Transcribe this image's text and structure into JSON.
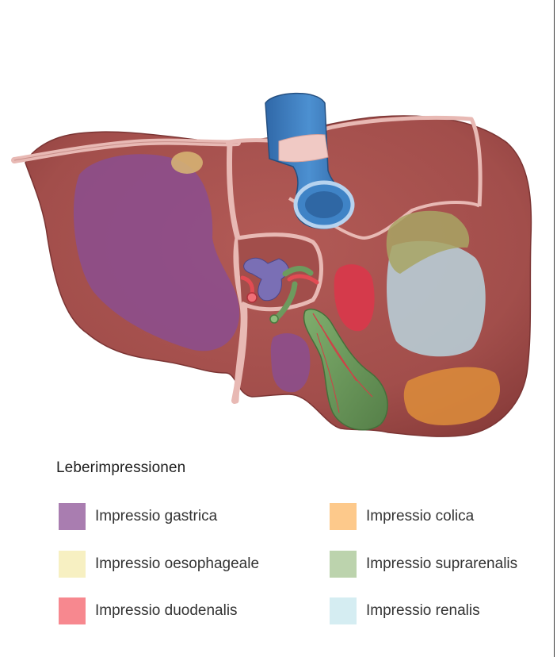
{
  "legend": {
    "title": "Leberimpressionen",
    "items": [
      {
        "label": "Impressio gastrica",
        "color": "#a97db0"
      },
      {
        "label": "Impressio colica",
        "color": "#fdc98b"
      },
      {
        "label": "Impressio oesophageale",
        "color": "#f7f0c2"
      },
      {
        "label": "Impressio suprarenalis",
        "color": "#bcd3ad"
      },
      {
        "label": "Impressio duodenalis",
        "color": "#f7888f"
      },
      {
        "label": "Impressio renalis",
        "color": "#d5edf2"
      }
    ]
  },
  "colors": {
    "liver": "#a24e4b",
    "liver_shade": "#8c3f3d",
    "ligament": "#e8b9b4",
    "vena_cava": "#3f83c6",
    "portal_vein": "#7a6fb5",
    "hepatic_artery": "#e24b53",
    "gallbladder": "#6d9a5e"
  }
}
